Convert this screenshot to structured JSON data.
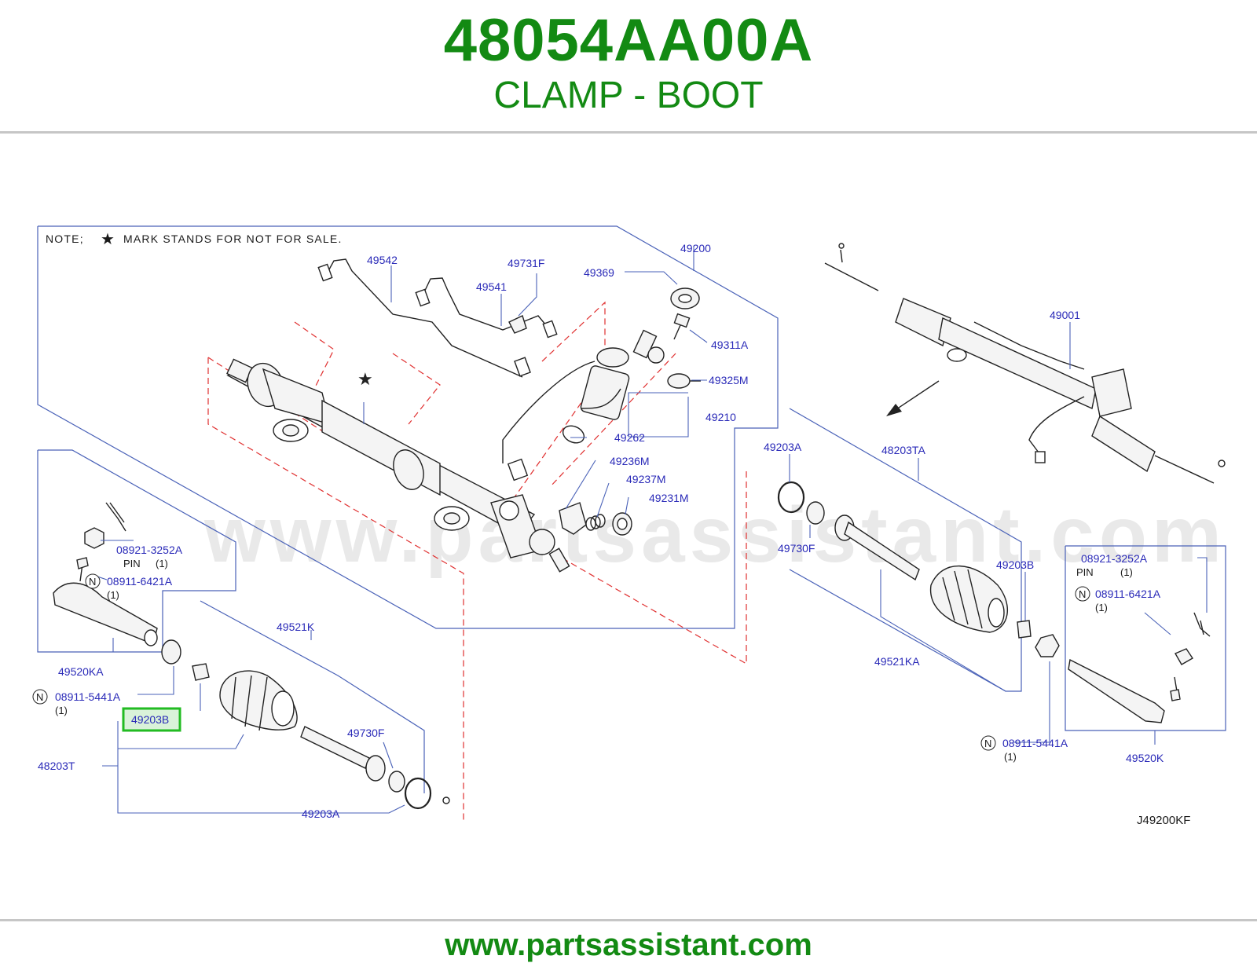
{
  "header": {
    "part_number": "48054AA00A",
    "part_name": "CLAMP - BOOT"
  },
  "footer": {
    "url": "www.partsassistant.com"
  },
  "colors": {
    "brand_green": "#138a13",
    "label_blue": "#2a2ab8",
    "highlight_green": "#22bb22"
  },
  "diagram": {
    "note": "NOTE;",
    "note_text": "MARK   STANDS   FOR   NOT   FOR   SALE.",
    "star_icon": "star-icon",
    "watermark": "www.partsassistant.com",
    "code": "J49200KF",
    "highlighted_label": "49203B",
    "labels": {
      "p49542": "49542",
      "p49731F": "49731F",
      "p49541": "49541",
      "p49369": "49369",
      "p49200": "49200",
      "p49311A": "49311A",
      "p49325M": "49325M",
      "p49210": "49210",
      "p49262": "49262",
      "p49236M": "49236M",
      "p49237M": "49237M",
      "p49231M": "49231M",
      "p49001": "49001",
      "p49203A_r": "49203A",
      "p48203TA": "48203TA",
      "p49730F_r": "49730F",
      "p49203B_r": "49203B",
      "p49521KA": "49521KA",
      "p08921_r": "08921-3252A",
      "pin_r": "PIN",
      "qty_pin_r": "(1)",
      "p08911_6421_r": "08911-6421A",
      "qty_6421_r": "(1)",
      "p08911_5441_r": "08911-5441A",
      "qty_5441_r": "(1)",
      "p49520K": "49520K",
      "p08921_l": "08921-3252A",
      "pin_l": "PIN",
      "qty_pin_l": "(1)",
      "p08911_6421_l": "08911-6421A",
      "qty_6421_l": "(1)",
      "p49520KA": "49520KA",
      "p08911_5441_l": "08911-5441A",
      "qty_5441_l": "(1)",
      "p49521K": "49521K",
      "p49730F_l": "49730F",
      "p48203T": "48203T",
      "p49203A_l": "49203A",
      "n_mark": "N"
    }
  }
}
